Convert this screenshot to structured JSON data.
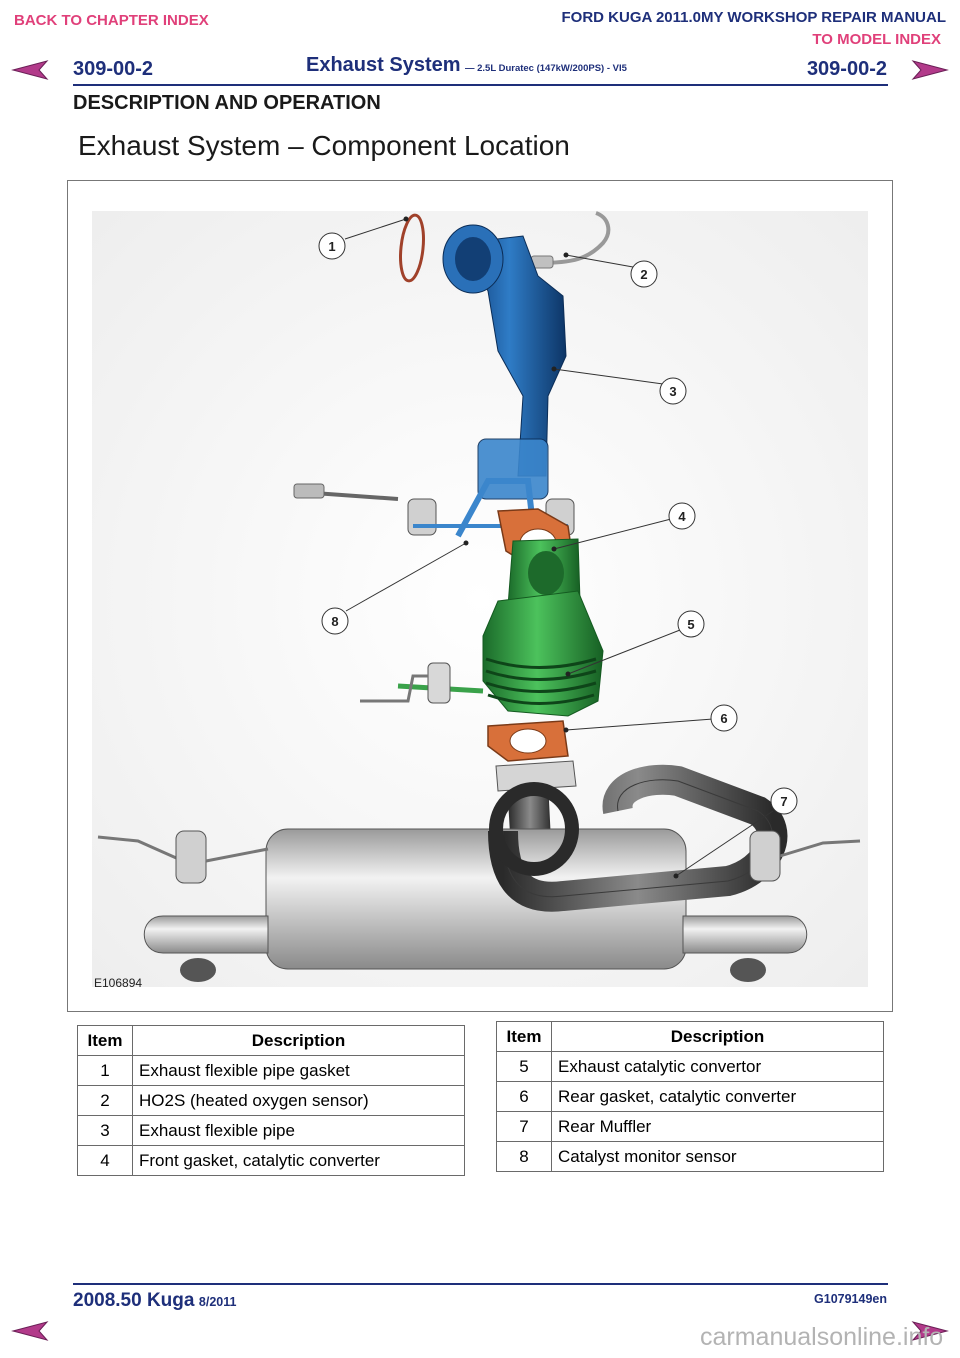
{
  "nav": {
    "back_to_chapter": "BACK TO CHAPTER INDEX",
    "to_model": "TO MODEL INDEX"
  },
  "header": {
    "manual_title": "FORD KUGA 2011.0MY WORKSHOP REPAIR MANUAL",
    "page_left": "309-00-2",
    "page_right": "309-00-2",
    "system_title": "Exhaust System",
    "system_subtitle": "— 2.5L Duratec (147kW/200PS) - VI5",
    "section": "DESCRIPTION AND OPERATION"
  },
  "heading": "Exhaust System – Component Location",
  "figure": {
    "id": "E106894",
    "callouts": [
      "1",
      "2",
      "3",
      "4",
      "5",
      "6",
      "7",
      "8"
    ]
  },
  "table": {
    "col_item": "Item",
    "col_desc": "Description",
    "left_rows": [
      {
        "item": "1",
        "desc": "Exhaust flexible pipe gasket"
      },
      {
        "item": "2",
        "desc": "HO2S (heated oxygen sensor)"
      },
      {
        "item": "3",
        "desc": "Exhaust flexible pipe"
      },
      {
        "item": "4",
        "desc": "Front gasket, catalytic converter"
      }
    ],
    "right_rows": [
      {
        "item": "5",
        "desc": "Exhaust catalytic convertor"
      },
      {
        "item": "6",
        "desc": "Rear gasket, catalytic converter"
      },
      {
        "item": "7",
        "desc": "Rear Muffler"
      },
      {
        "item": "8",
        "desc": "Catalyst monitor sensor"
      }
    ]
  },
  "footer": {
    "model": "2008.50 Kuga",
    "date": "8/2011",
    "code": "G1079149en"
  },
  "watermark": "carmanualsonline.info",
  "colors": {
    "header_blue": "#1e2f7a",
    "link_pink": "#e0407a",
    "pipe_blue": "#1f5fa6",
    "cat_green": "#3aa24a",
    "gasket_orange": "#d8703a"
  }
}
